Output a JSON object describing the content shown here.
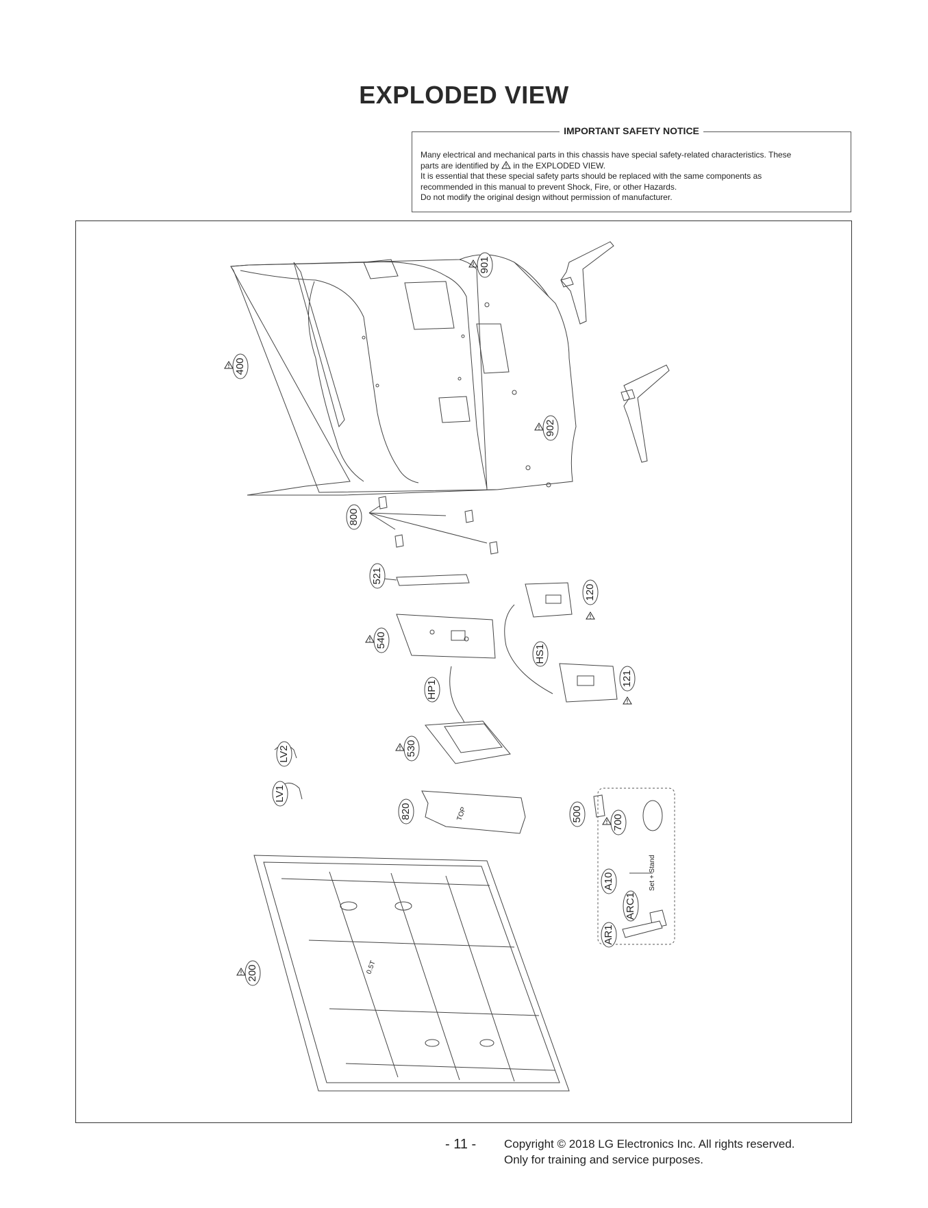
{
  "page": {
    "title": "EXPLODED VIEW",
    "page_number": "- 11 -",
    "copyright_line1": "Copyright © 2018 LG Electronics Inc. All rights reserved.",
    "copyright_line2": "Only for training and service purposes."
  },
  "notice": {
    "heading": "IMPORTANT SAFETY NOTICE",
    "line1": "Many electrical and mechanical parts in this chassis have special safety-related characteristics. These",
    "line2a": "parts are identified by",
    "line2b": "in the EXPLODED VIEW.",
    "line3": "It is essential that these special safety parts should be replaced with the same components as",
    "line4": "recommended in this manual to prevent Shock, Fire, or other Hazards.",
    "line5": "Do not modify the original design without permission of manufacturer."
  },
  "parts": {
    "p901": "901",
    "p400": "400",
    "p902": "902",
    "p800": "800",
    "p521": "521",
    "p120": "120",
    "p540": "540",
    "pHS1": "HS1",
    "p121": "121",
    "pHP1": "HP1",
    "pLV2": "LV2",
    "p530": "530",
    "pLV1": "LV1",
    "p820": "820",
    "p500": "500",
    "p700": "700",
    "pA10": "A10",
    "pARC1": "ARC1",
    "pAR1": "AR1",
    "p200": "200"
  },
  "accessory_note": "Set + Stand",
  "board_marks": {
    "top": "TOP",
    "t05": "0.5T"
  },
  "icons": [
    "warning-triangle-icon"
  ]
}
